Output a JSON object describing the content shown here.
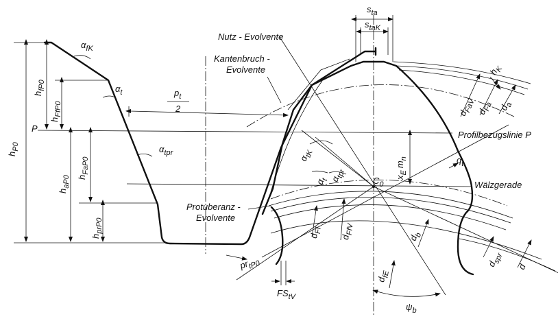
{
  "labels": {
    "s_ta": "s",
    "s_ta_sub": "ta",
    "s_tak": "s",
    "s_tak_sub": "taK",
    "nutz": "Nutz - Evolvente",
    "kanten1": "Kantenbruch -",
    "kanten2": "Evolvente",
    "alpha_fk": "α",
    "alpha_fk_sub": "fK",
    "alpha_t": "α",
    "alpha_t_sub": "t",
    "alpha_tpr": "α",
    "alpha_tpr_sub": "tpr",
    "alpha_tk": "α",
    "alpha_tk_sub": "tK",
    "alpha_t2": "α",
    "alpha_t2_sub": "t",
    "alpha_tpr2": "α",
    "alpha_tpr2_sub": "tpr",
    "pt": "p",
    "pt_sub": "t",
    "pt_den": "2",
    "h_fp0": "h",
    "h_fp0_sub": "fP0",
    "h_ffp0": "h",
    "h_ffp0_sub": "FfP0",
    "h_p0": "h",
    "h_p0_sub": "P0",
    "h_ap0": "h",
    "h_ap0_sub": "aP0",
    "h_fap0": "h",
    "h_fap0_sub": "FaP0",
    "h_prp0": "h",
    "h_prp0_sub": "prP0",
    "p_left": "P",
    "profil": "Profilbezugslinie  P",
    "walz": "Wälzgerade",
    "c0": "C",
    "c0_sub": "0",
    "xem": "x",
    "xem_sub": "E",
    "xem_m": "m",
    "xem_n": "n",
    "qt": "q",
    "qt_sub": "t",
    "hk": "h",
    "hk_sub": "K",
    "d_fav": "d",
    "d_fav_sub": "FaV",
    "d_fa": "d",
    "d_fa_sub": "Fa",
    "d_a": "d",
    "d_a_sub": "a",
    "protub1": "Protuberanz -",
    "protub2": "Evolvente",
    "d_ff": "d",
    "d_ff_sub": "Ff",
    "d_ffv": "d",
    "d_ffv_sub": "FfV",
    "d_b": "d",
    "d_b_sub": "b",
    "d_spr": "d",
    "d_spr_sub": "spr",
    "d_big": "d",
    "pr_tp0": "pr",
    "pr_tp0_sub": "tP0",
    "fs_tv": "FS",
    "fs_tv_sub": "tV",
    "d_fe": "d",
    "d_fe_sub": "fE",
    "psi_b": "ψ",
    "psi_b_sub": "b"
  }
}
